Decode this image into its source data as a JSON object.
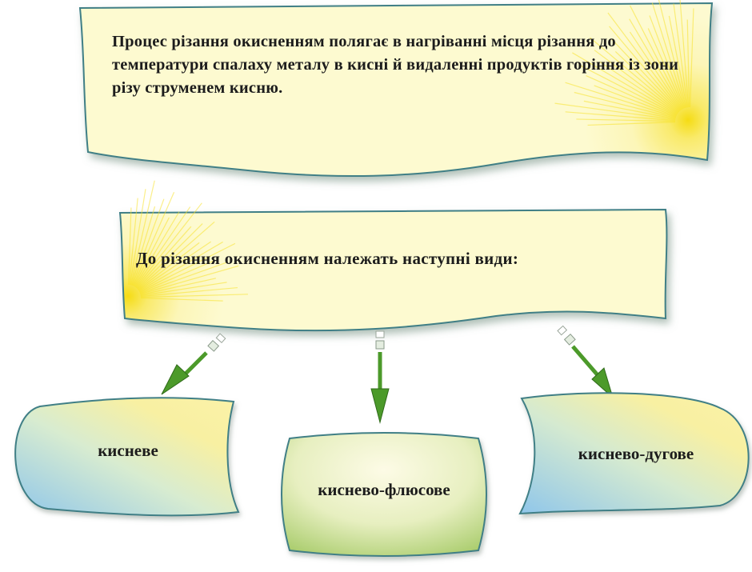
{
  "definition": {
    "text": "Процес  різання окисненням полягає в нагріванні місця різання до температури спалаху металу в кисні й видаленні продуктів горіння із зони різу струменем кисню."
  },
  "types_heading": {
    "text": "До різання окисненням належать наступні види:"
  },
  "types": [
    {
      "label": "кисневе"
    },
    {
      "label": "киснево-флюсове"
    },
    {
      "label": "киснево-дугове"
    }
  ],
  "colors": {
    "paper": "#fbf8c4",
    "paper_edge": "#3f7f86",
    "sunburst": "#f7e12a",
    "arrow": "#4c9a2a",
    "node_yellow": "#f8f0a4",
    "node_blue": "#a9d4ee",
    "node_green": "#bcd77f"
  }
}
